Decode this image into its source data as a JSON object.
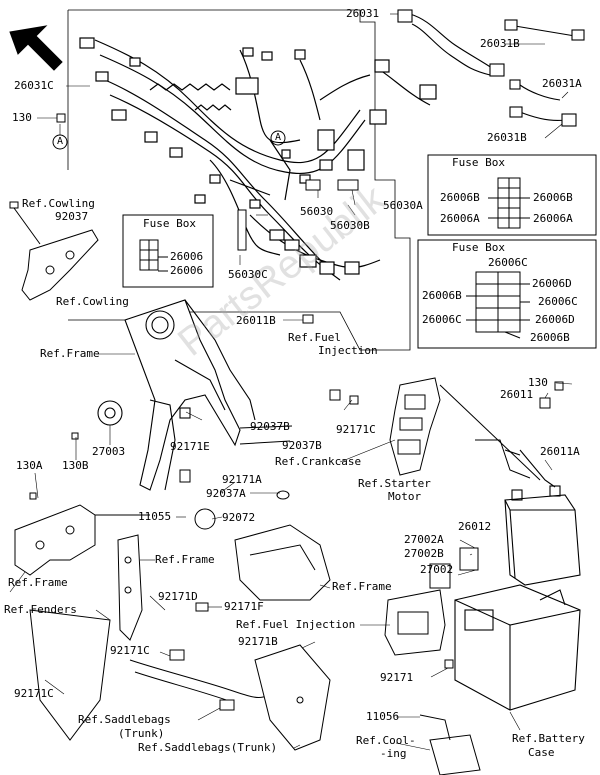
{
  "labels": {
    "p26031": "26031",
    "p26031C": "26031C",
    "p26031B_top": "26031B",
    "p26031A": "26031A",
    "p26031B_mid": "26031B",
    "p130_tl": "130",
    "circle_A_left": "A",
    "circle_A_mid": "A",
    "ref_cowling_top": "Ref.Cowling",
    "p92037": "92037",
    "ref_cowling_bot": "Ref.Cowling",
    "fusebox1_title": "Fuse Box",
    "fb1_26006_a": "26006",
    "fb1_26006_b": "26006",
    "fusebox2_title": "Fuse Box",
    "fb2_26006B_l": "26006B",
    "fb2_26006B_r": "26006B",
    "fb2_26006A_l": "26006A",
    "fb2_26006A_r": "26006A",
    "fusebox3_title": "Fuse Box",
    "fb3_26006C_top": "26006C",
    "fb3_26006B_l": "26006B",
    "fb3_26006D_r1": "26006D",
    "fb3_26006C_r2": "26006C",
    "fb3_26006C_l": "26006C",
    "fb3_26006D_r3": "26006D",
    "fb3_26006B_bot": "26006B",
    "p56030": "56030",
    "p56030A": "56030A",
    "p56030B": "56030B",
    "p56030C": "56030C",
    "p26011B": "26011B",
    "ref_fuel_inj_top_1": "Ref.Fuel",
    "ref_fuel_inj_top_2": "Injection",
    "ref_frame_top": "Ref.Frame",
    "p130_right": "130",
    "p26011": "26011",
    "p92037B_a": "92037B",
    "p92037B_b": "92037B",
    "p27003": "27003",
    "p92171E": "92171E",
    "p92171C_mid": "92171C",
    "ref_crankcase": "Ref.Crankcase",
    "ref_starter_1": "Ref.Starter",
    "ref_starter_2": "Motor",
    "p26011A": "26011A",
    "p130B": "130B",
    "p130A": "130A",
    "p92171A": "92171A",
    "p92037A": "92037A",
    "p11055": "11055",
    "p92072": "92072",
    "p26012": "26012",
    "p27002A": "27002A",
    "p27002B": "27002B",
    "p27002": "27002",
    "ref_frame_left": "Ref.Frame",
    "ref_frame_mid": "Ref.Frame",
    "ref_frame_right": "Ref.Frame",
    "ref_fenders": "Ref.Fenders",
    "p92171D": "92171D",
    "p92171F": "92171F",
    "ref_fuel_inj_bot": "Ref.Fuel Injection",
    "p92171B": "92171B",
    "p92171C_left2": "92171C",
    "p92171": "92171",
    "p92171C_left": "92171C",
    "ref_saddle_1": "Ref.Saddlebags",
    "ref_saddle_2": "(Trunk)",
    "ref_saddle_trunk": "Ref.Saddlebags(Trunk)",
    "p11056": "11056",
    "ref_cooling_1": "Ref.Cool-",
    "ref_cooling_2": "-ing",
    "ref_battery_1": "Ref.Battery",
    "ref_battery_2": "Case",
    "watermark": "PartsRepublik"
  }
}
